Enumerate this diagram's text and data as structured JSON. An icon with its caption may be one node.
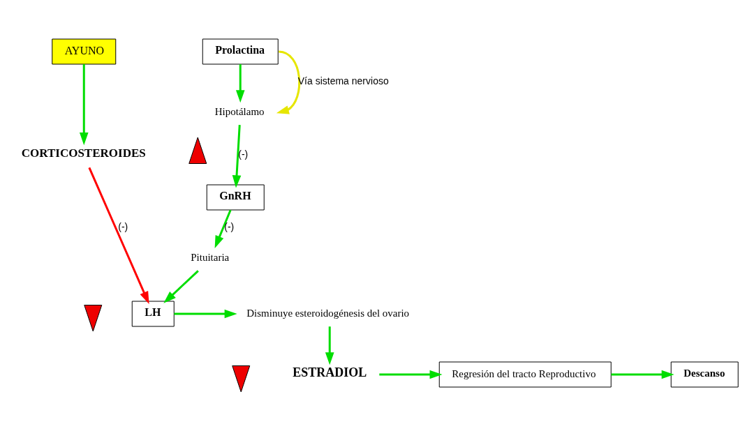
{
  "diagram": {
    "nodes": [
      {
        "text": [
          "AYUNO"
        ]
      },
      {
        "text": [
          "Prolactina"
        ]
      },
      {
        "text": [
          "Hipotálamo"
        ]
      },
      {
        "text": [
          "GnRH"
        ]
      },
      {
        "text": [
          "Pituitaria"
        ]
      },
      {
        "text": [
          "LH"
        ]
      },
      {
        "text": [
          "CORTICOSTEROIDES"
        ]
      },
      {
        "text": [
          "Disminuye esteroidogénesis del ovario"
        ]
      },
      {
        "text": [
          "ESTRADIOL"
        ]
      },
      {
        "text": [
          "Regresión del tracto Reproductivo"
        ]
      },
      {
        "text": [
          "Descanso"
        ]
      },
      {
        "text": [],
        "shape": "arrow"
      },
      {
        "text": [],
        "shape": "arrow"
      },
      {
        "text": [],
        "shape": "arrow"
      }
    ],
    "edges": [
      {
        "from": 0,
        "to": 6,
        "arrow": "to"
      },
      {
        "from": 1,
        "to": 2,
        "arrow": "to"
      },
      {
        "from": 1,
        "to": 2,
        "arrow": "to",
        "label": "Vía sistema nervioso",
        "color": "#e6e600"
      },
      {
        "from": 2,
        "to": 3,
        "arrow": "to",
        "label": "(-)"
      },
      {
        "from": 3,
        "to": 4,
        "arrow": "to",
        "label": "(-)"
      },
      {
        "from": 4,
        "to": 5,
        "arrow": "to"
      },
      {
        "from": 6,
        "to": 5,
        "arrow": "to",
        "label": "(-)",
        "color": "#ff0000"
      },
      {
        "from": 5,
        "to": 7,
        "arrow": "to"
      },
      {
        "from": 7,
        "to": 8,
        "arrow": "to"
      },
      {
        "from": 8,
        "to": 9,
        "arrow": "to"
      },
      {
        "from": 9,
        "to": 10,
        "arrow": "to"
      }
    ]
  }
}
